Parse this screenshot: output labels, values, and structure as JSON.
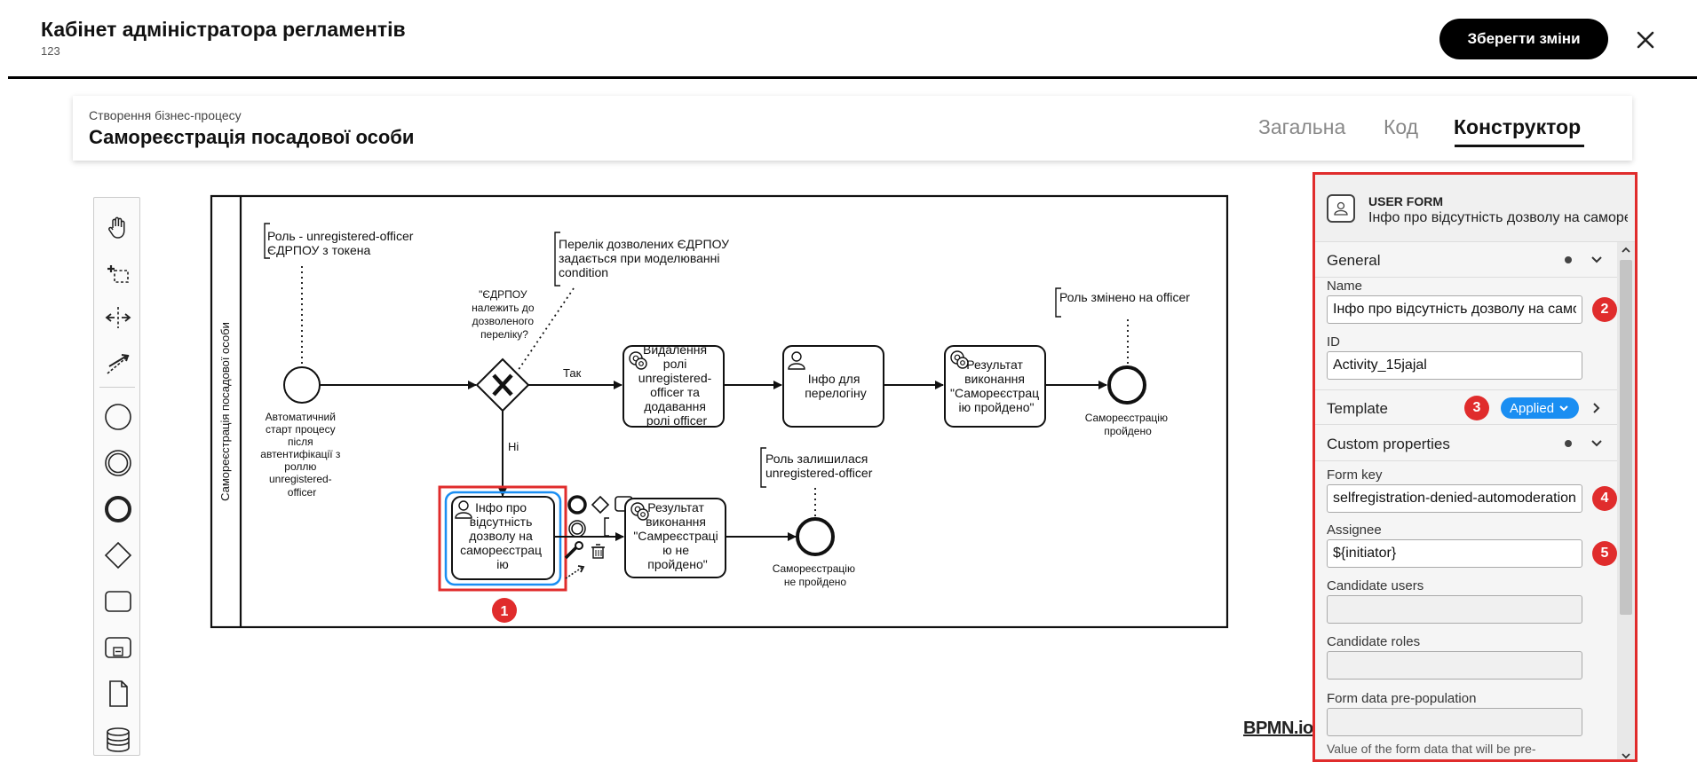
{
  "header": {
    "title": "Кабінет адміністратора регламентів",
    "subtitle": "123",
    "save_label": "Зберегти зміни",
    "close_icon": "close-icon"
  },
  "process": {
    "kicker": "Створення бізнес-процесу",
    "title": "Самореєстрація посадової особи",
    "tabs": [
      "Загальна",
      "Код",
      "Конструктор"
    ],
    "active_tab": "Конструктор"
  },
  "palette": {
    "tools": [
      "hand-tool-icon",
      "lasso-tool-icon",
      "space-tool-icon",
      "connect-tool-icon",
      "start-event-icon",
      "intermediate-event-icon",
      "end-event-icon",
      "gateway-icon",
      "task-icon",
      "subprocess-icon",
      "data-object-icon",
      "data-store-icon"
    ]
  },
  "diagram": {
    "pool_label": "Самореєстрація посадової особи",
    "annotations": {
      "role": [
        "Роль - unregistered-officer",
        "ЄДРПОУ з токена"
      ],
      "edrpou_list": [
        "Перелік дозволених ЄДРПОУ",
        "задається при моделюванні",
        "condition"
      ],
      "role_changed": [
        "Роль змінено на officer"
      ],
      "role_remains": [
        "Роль залишилася",
        "unregistered-officer"
      ]
    },
    "start_label": [
      "Автоматичний",
      "старт процесу",
      "після",
      "автентифікації з",
      "роллю",
      "unregistered-",
      "officer"
    ],
    "gateway_question": [
      "\"ЄДРПОУ",
      "належить до",
      "дозволеного",
      "переліку?"
    ],
    "flow_yes": "Так",
    "flow_no": "Ні",
    "task_remove_role": [
      "Видалення",
      "ролі",
      "unregistered-",
      "officer та",
      "додавання",
      "ролі officer"
    ],
    "task_relogin": [
      "Інфо для",
      "перелогіну"
    ],
    "task_result_ok": [
      "Результат",
      "виконання",
      "\"Самореєстрац",
      "ію пройдено\""
    ],
    "end_ok": [
      "Самореєстрацію",
      "пройдено"
    ],
    "task_selected": [
      "Інфо про",
      "відсутність",
      "дозволу на",
      "самореєстрац",
      "ію"
    ],
    "task_result_fail": [
      "Результат",
      "виконання",
      "\"Самреєстраці",
      "ю не",
      "пройдено\""
    ],
    "end_fail": [
      "Самореєстрацію",
      "не пройдено"
    ],
    "watermark": "BPMN.io"
  },
  "properties": {
    "element_type": "USER FORM",
    "element_name": "Інфо про відсутність дозволу на самореєстрацію",
    "sections": {
      "general": "General",
      "template": "Template",
      "custom": "Custom properties"
    },
    "template_badge": "Applied",
    "fields": {
      "name_label": "Name",
      "name_value": "Інфо про відсутність дозволу на самореєстрацію",
      "id_label": "ID",
      "id_value": "Activity_15jajal",
      "form_key_label": "Form key",
      "form_key_value": "selfregistration-denied-automoderation",
      "assignee_label": "Assignee",
      "assignee_value": "${initiator}",
      "candidate_users_label": "Candidate users",
      "candidate_users_value": "",
      "candidate_roles_label": "Candidate roles",
      "candidate_roles_value": "",
      "prepop_label": "Form data pre-population",
      "prepop_value": "",
      "prepop_help": "Value of the form data that will be pre-"
    }
  },
  "markers": [
    "1",
    "2",
    "3",
    "4",
    "5"
  ],
  "colors": {
    "highlight_red": "#e02c2c",
    "selection_blue": "#1a8ef2",
    "badge_blue": "#1a8ef2",
    "save_button": "#000000"
  }
}
